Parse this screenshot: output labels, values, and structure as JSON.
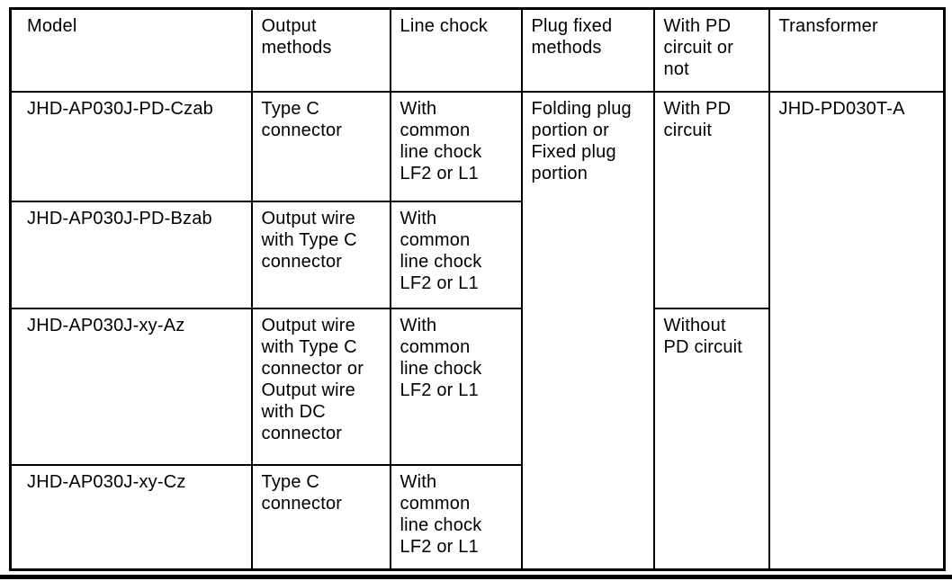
{
  "page": {
    "background_color": "#ffffff",
    "text_color": "#000000",
    "border_color": "#000000"
  },
  "table": {
    "headers": [
      "Model",
      "Output\nmethods",
      "Line chock",
      "Plug fixed\nmethods",
      "With PD\ncircuit or\nnot",
      "Transformer"
    ],
    "rows": [
      {
        "model": "JHD-AP030J-PD-Czab",
        "output_method": "Type C\nconnector",
        "line_chock": "With\ncommon\nline chock\nLF2 or L1"
      },
      {
        "model": "JHD-AP030J-PD-Bzab",
        "output_method": "Output wire\nwith Type C\nconnector",
        "line_chock": "With\ncommon\nline chock\nLF2 or L1"
      },
      {
        "model": "JHD-AP030J-xy-Az",
        "output_method": "Output wire\nwith Type C\nconnector or\nOutput wire\nwith DC\nconnector",
        "line_chock": "With\ncommon\nline chock\nLF2 or L1"
      },
      {
        "model": "JHD-AP030J-xy-Cz",
        "output_method": "Type C\nconnector",
        "line_chock": "With\ncommon\nline chock\nLF2 or L1"
      }
    ],
    "merged_cells": {
      "plug_fixed_methods": "Folding plug\nportion or\nFixed plug\nportion",
      "with_pd_circuit": "With PD\ncircuit",
      "without_pd_circuit": "Without\nPD circuit",
      "transformer": "JHD-PD030T-A"
    }
  }
}
